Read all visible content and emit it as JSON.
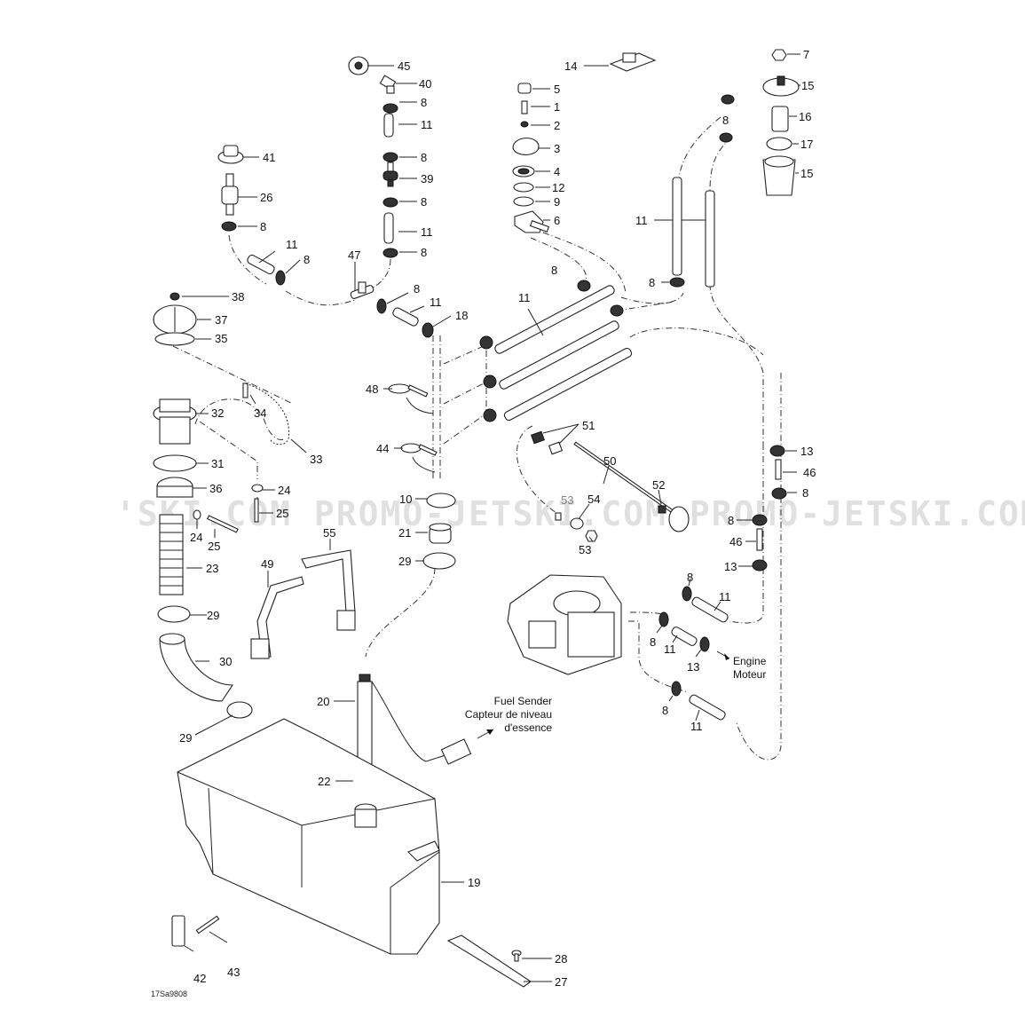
{
  "diagram": {
    "title": "Fuel System Parts Diagram",
    "code": "17Sa9808",
    "watermark": "'SKI.COM PROMO-JETSKI.COM PROMO-JETSKI.COM",
    "notes": {
      "fuel_sender": [
        "Fuel Sender",
        "Capteur de niveau",
        "d'essence"
      ],
      "engine": [
        "Engine",
        "Moteur"
      ]
    },
    "callouts": [
      {
        "id": "c45",
        "label": "45"
      },
      {
        "id": "c40",
        "label": "40"
      },
      {
        "id": "c8a",
        "label": "8"
      },
      {
        "id": "c11a",
        "label": "11"
      },
      {
        "id": "c8b",
        "label": "8"
      },
      {
        "id": "c39",
        "label": "39"
      },
      {
        "id": "c8c",
        "label": "8"
      },
      {
        "id": "c11b",
        "label": "11"
      },
      {
        "id": "c8d",
        "label": "8"
      },
      {
        "id": "c14",
        "label": "14"
      },
      {
        "id": "c5",
        "label": "5"
      },
      {
        "id": "c1",
        "label": "1"
      },
      {
        "id": "c2",
        "label": "2"
      },
      {
        "id": "c3",
        "label": "3"
      },
      {
        "id": "c4",
        "label": "4"
      },
      {
        "id": "c12",
        "label": "12"
      },
      {
        "id": "c9",
        "label": "9"
      },
      {
        "id": "c6",
        "label": "6"
      },
      {
        "id": "c7",
        "label": "7"
      },
      {
        "id": "c15a",
        "label": "15"
      },
      {
        "id": "c8e",
        "label": "8"
      },
      {
        "id": "c16",
        "label": "16"
      },
      {
        "id": "c17",
        "label": "17"
      },
      {
        "id": "c15b",
        "label": "15"
      },
      {
        "id": "c11c",
        "label": "11"
      },
      {
        "id": "c8f",
        "label": "8"
      },
      {
        "id": "c41",
        "label": "41"
      },
      {
        "id": "c26",
        "label": "26"
      },
      {
        "id": "c8g",
        "label": "8"
      },
      {
        "id": "c11d",
        "label": "11"
      },
      {
        "id": "c8h",
        "label": "8"
      },
      {
        "id": "c47",
        "label": "47"
      },
      {
        "id": "c8i",
        "label": "8"
      },
      {
        "id": "c11e",
        "label": "11"
      },
      {
        "id": "c18",
        "label": "18"
      },
      {
        "id": "c11f",
        "label": "11"
      },
      {
        "id": "c8j",
        "label": "8"
      },
      {
        "id": "c38",
        "label": "38"
      },
      {
        "id": "c37",
        "label": "37"
      },
      {
        "id": "c35",
        "label": "35"
      },
      {
        "id": "c32",
        "label": "32"
      },
      {
        "id": "c34",
        "label": "34"
      },
      {
        "id": "c33",
        "label": "33"
      },
      {
        "id": "c31",
        "label": "31"
      },
      {
        "id": "c36",
        "label": "36"
      },
      {
        "id": "c24a",
        "label": "24"
      },
      {
        "id": "c25a",
        "label": "25"
      },
      {
        "id": "c24b",
        "label": "24"
      },
      {
        "id": "c25b",
        "label": "25"
      },
      {
        "id": "c23",
        "label": "23"
      },
      {
        "id": "c48",
        "label": "48"
      },
      {
        "id": "c44",
        "label": "44"
      },
      {
        "id": "c10",
        "label": "10"
      },
      {
        "id": "c21",
        "label": "21"
      },
      {
        "id": "c29a",
        "label": "29"
      },
      {
        "id": "c55",
        "label": "55"
      },
      {
        "id": "c49",
        "label": "49"
      },
      {
        "id": "c51",
        "label": "51"
      },
      {
        "id": "c50",
        "label": "50"
      },
      {
        "id": "c52",
        "label": "52"
      },
      {
        "id": "c53a",
        "label": "53"
      },
      {
        "id": "c54",
        "label": "54"
      },
      {
        "id": "c53b",
        "label": "53"
      },
      {
        "id": "c13a",
        "label": "13"
      },
      {
        "id": "c46a",
        "label": "46"
      },
      {
        "id": "c8k",
        "label": "8"
      },
      {
        "id": "c8l",
        "label": "8"
      },
      {
        "id": "c46b",
        "label": "46"
      },
      {
        "id": "c13b",
        "label": "13"
      },
      {
        "id": "c8m",
        "label": "8"
      },
      {
        "id": "c11g",
        "label": "11"
      },
      {
        "id": "c8n",
        "label": "8"
      },
      {
        "id": "c11h",
        "label": "11"
      },
      {
        "id": "c13c",
        "label": "13"
      },
      {
        "id": "c8o",
        "label": "8"
      },
      {
        "id": "c11i",
        "label": "11"
      },
      {
        "id": "c29b",
        "label": "29"
      },
      {
        "id": "c30",
        "label": "30"
      },
      {
        "id": "c29c",
        "label": "29"
      },
      {
        "id": "c20",
        "label": "20"
      },
      {
        "id": "c22",
        "label": "22"
      },
      {
        "id": "c19",
        "label": "19"
      },
      {
        "id": "c28",
        "label": "28"
      },
      {
        "id": "c27",
        "label": "27"
      },
      {
        "id": "c42",
        "label": "42"
      },
      {
        "id": "c43",
        "label": "43"
      }
    ]
  }
}
